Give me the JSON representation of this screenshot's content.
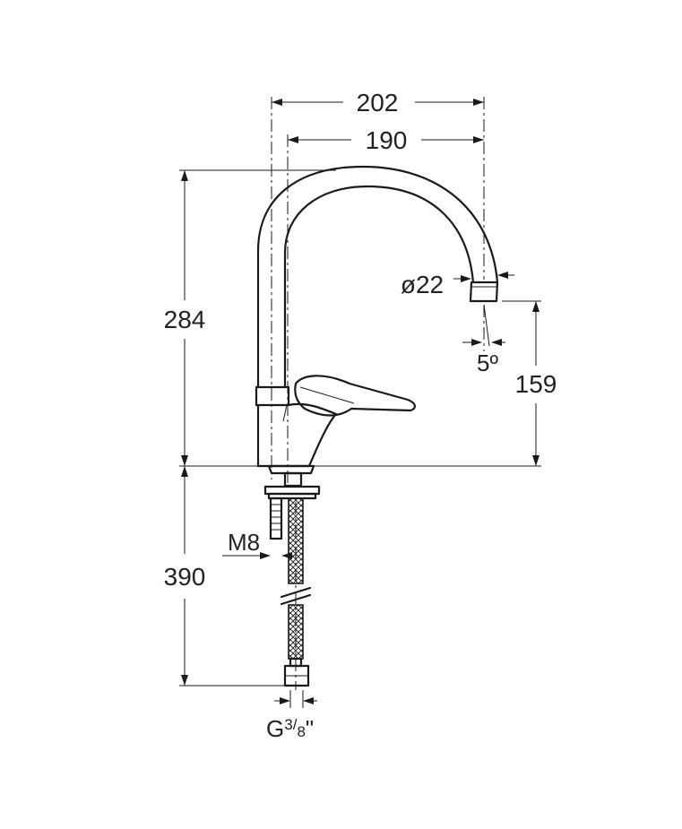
{
  "dimensions": {
    "width_outer": "202",
    "width_inner": "190",
    "spout_diameter": "ø22",
    "total_height": "284",
    "spout_height": "159",
    "spout_angle": "5º",
    "hose_length": "390",
    "thread_rod": "M8",
    "hose_thread_prefix": "G",
    "hose_thread_num": "3",
    "hose_thread_den": "8",
    "hose_thread_suffix": "\""
  }
}
